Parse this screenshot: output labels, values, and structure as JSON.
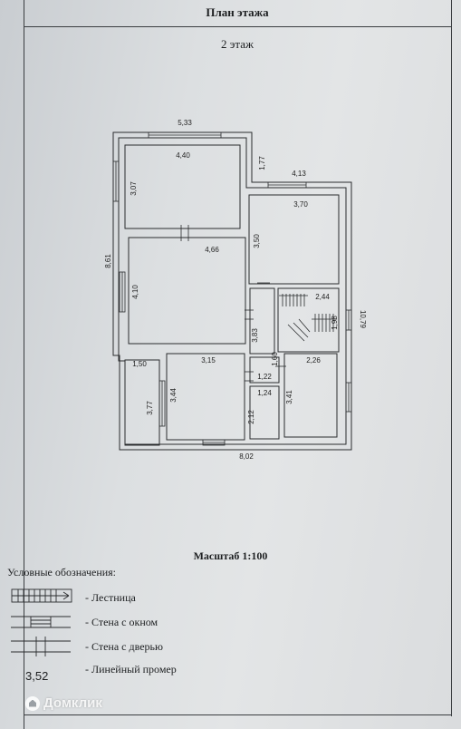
{
  "document": {
    "title": "План этажа",
    "subtitle": "2 этаж",
    "scale": "Масштаб 1:100"
  },
  "dimensions": {
    "overall_top": "5,33",
    "overall_left": "8,61",
    "overall_bottom": "8,02",
    "overall_right": "10,79",
    "notch_drop": "1,77",
    "right_top": "4,13",
    "room1_width": "4,40",
    "room1_height": "3,07",
    "room2_width": "4,66",
    "room2_height": "4,10",
    "room3_width": "3,70",
    "room3_height": "3,50",
    "stair_width": "2,44",
    "stair_height": "1,98",
    "corridor_height": "3,83",
    "hall_height": "1,60",
    "small_left_width": "1,50",
    "small_left_height": "3,77",
    "room4_width": "3,15",
    "room4_height": "3,44",
    "bath_top_width": "1,22",
    "bath_width": "1,24",
    "bath_height": "2,12",
    "room5_width": "2,26",
    "room5_height": "3,41"
  },
  "legend": {
    "title": "Условные обозначения:",
    "stairs": "- Лестница",
    "wall_window": "- Стена с окном",
    "wall_door": "- Стена с дверью",
    "linear_sample": "3,52",
    "linear": "- Линейный промер"
  },
  "watermark": {
    "text": "Домклик"
  }
}
